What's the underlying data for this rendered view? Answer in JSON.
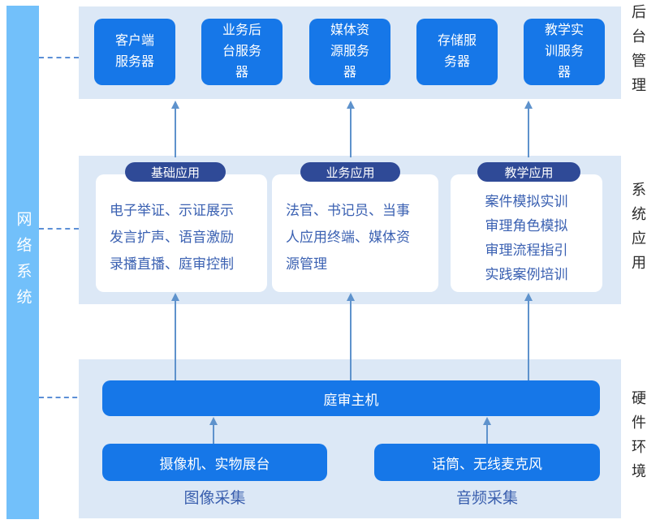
{
  "colors": {
    "box_blue": "#1677e8",
    "section_bg": "#dce8f6",
    "network_bar": "#72c0fa",
    "pill_navy": "#2f4a97",
    "panel_text": "#3b61b2",
    "arrow": "#5e92cc",
    "side_label_text": "#2b2b2b"
  },
  "network_bar": {
    "label": "网络系统"
  },
  "backend": {
    "side_label": "后台管理",
    "servers": [
      {
        "lines": [
          "客户端",
          "服务器"
        ]
      },
      {
        "lines": [
          "业务后",
          "台服务",
          "器"
        ]
      },
      {
        "lines": [
          "媒体资",
          "源服务",
          "器"
        ]
      },
      {
        "lines": [
          "存储服",
          "务器"
        ]
      },
      {
        "lines": [
          "教学实",
          "训服务",
          "器"
        ]
      }
    ]
  },
  "application": {
    "side_label": "系统应用",
    "panels": [
      {
        "title": "基础应用",
        "lines": [
          "电子举证、示证展示",
          "发言扩声、语音激励",
          "录播直播、庭审控制"
        ]
      },
      {
        "title": "业务应用",
        "lines": [
          "法官、书记员、当事",
          "人应用终端、媒体资",
          "源管理"
        ]
      },
      {
        "title": "教学应用",
        "lines": [
          "案件模拟实训",
          "审理角色模拟",
          "审理流程指引",
          "实践案例培训"
        ]
      }
    ]
  },
  "hardware": {
    "side_label": "硬件环境",
    "host_label": "庭审主机",
    "devices": [
      {
        "label": "摄像机、实物展台",
        "caption": "图像采集"
      },
      {
        "label": "话筒、无线麦克风",
        "caption": "音频采集"
      }
    ]
  }
}
